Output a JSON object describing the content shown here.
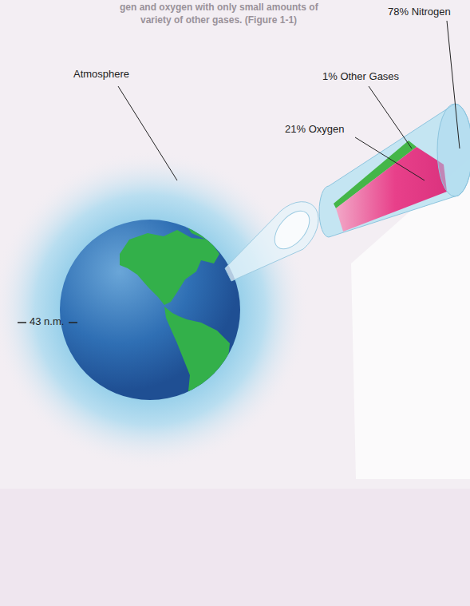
{
  "diagram": {
    "labels": [
      "gen and oxygen with only small amounts of",
      "variety of other gases. (Figure 1-1)",
      "Atmosphere",
      "78% Nitrogen",
      "1% Other Gases",
      "21% Oxygen",
      "43 n.m."
    ]
  }
}
